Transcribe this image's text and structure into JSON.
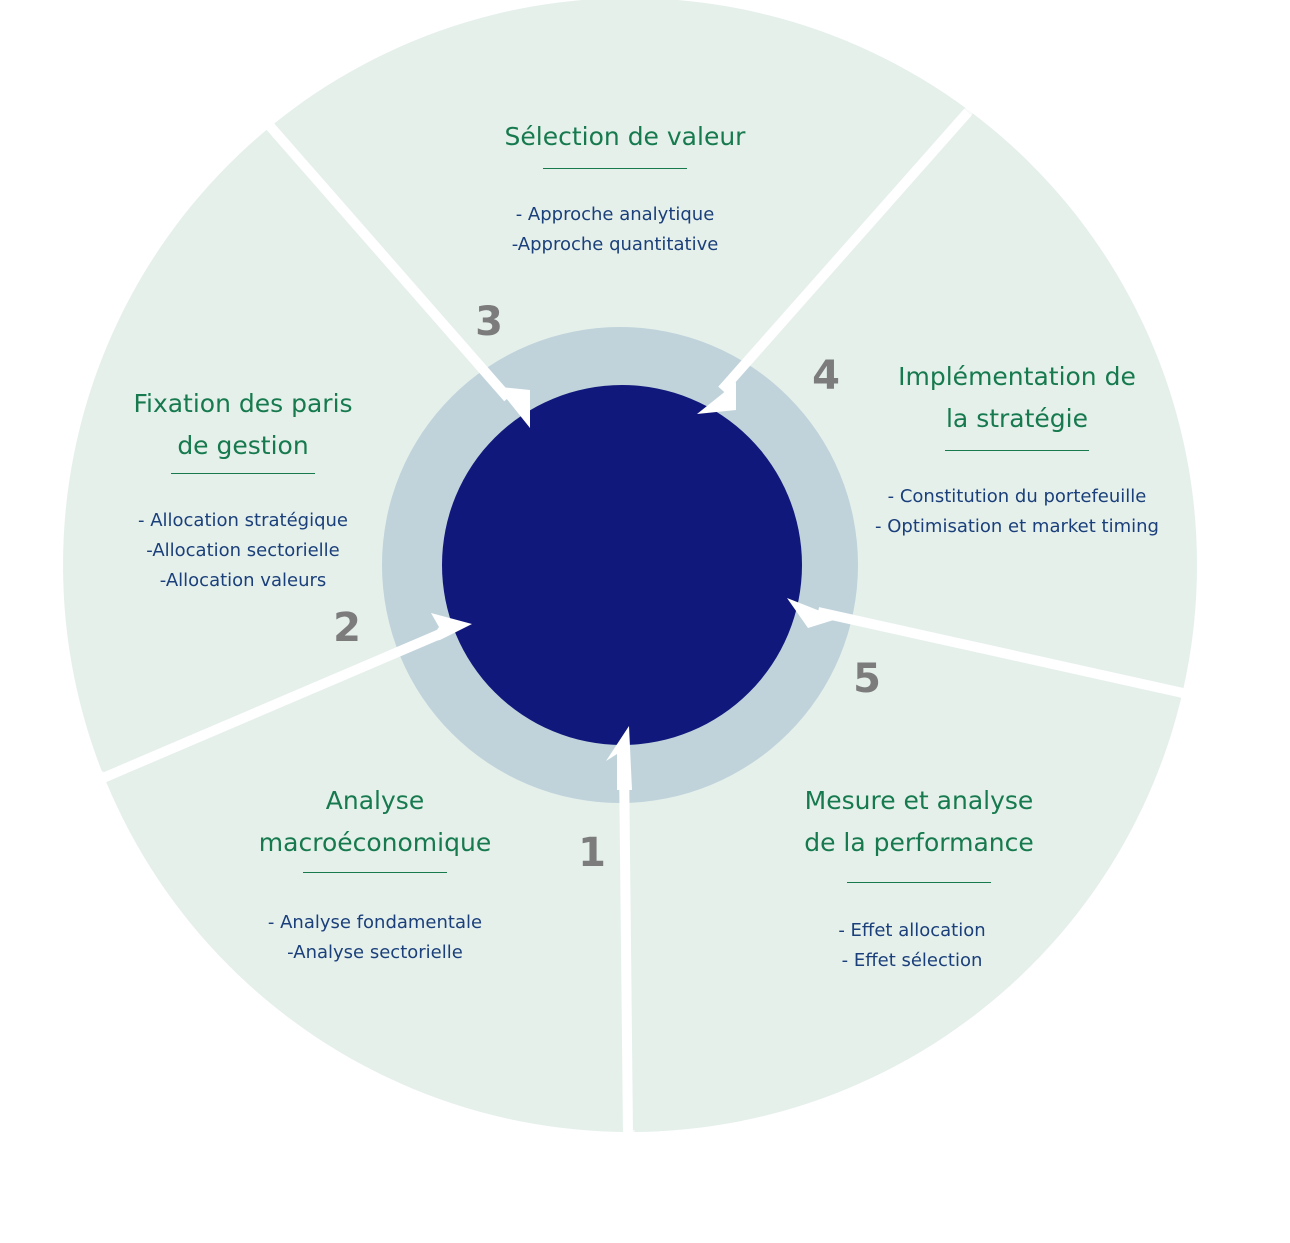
{
  "colors": {
    "outer_ring": "#e5f0eb",
    "middle_ring": "#c0d3db",
    "center": "#10187c",
    "heading": "#177a4e",
    "items": "#1a3f7a",
    "numbers": "#7c7c7c",
    "arrows": "#ffffff"
  },
  "sections": {
    "selection": {
      "number": "3",
      "title": "Sélection de valeur",
      "items": [
        "- Approche analytique",
        "-Approche quantitative"
      ]
    },
    "implementation": {
      "number": "4",
      "title": "Implémentation de\nla stratégie",
      "items": [
        "- Constitution du portefeuille",
        "- Optimisation et market timing"
      ]
    },
    "fixation": {
      "number": "2",
      "title": "Fixation des paris\nde gestion",
      "items": [
        "- Allocation stratégique",
        "-Allocation sectorielle",
        "-Allocation valeurs"
      ]
    },
    "analyse": {
      "number": "1",
      "title": "Analyse\nmacroéconomique",
      "items": [
        "- Analyse fondamentale",
        "-Analyse sectorielle"
      ]
    },
    "mesure": {
      "number": "5",
      "title": "Mesure et analyse\nde la performance",
      "items": [
        "- Effet allocation",
        "- Effet sélection"
      ]
    }
  }
}
